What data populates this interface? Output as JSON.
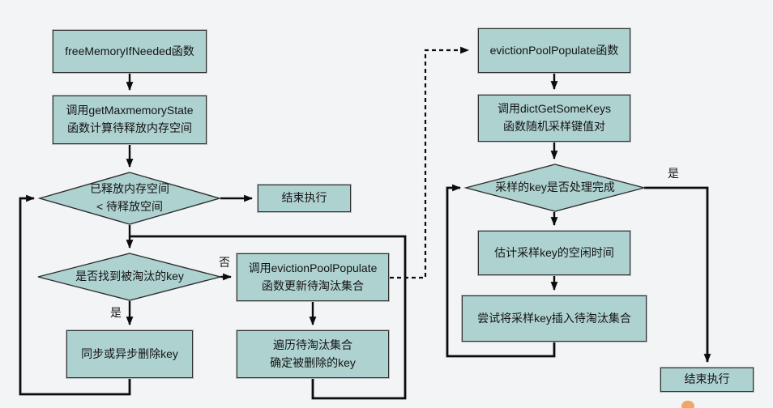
{
  "diagram_type": "flowchart",
  "colors": {
    "background": "#f3f4f6",
    "node_fill": "#aed2d0",
    "node_border": "#2f2f2f",
    "connector": "#0c0c0c",
    "watermark_fragment": "#eda766"
  },
  "nodes": {
    "free_memory": {
      "type": "process",
      "label": "freeMemoryIfNeeded函数"
    },
    "get_maxmemory_state": {
      "type": "process",
      "label": "调用getMaxmemoryState\n函数计算待释放内存空间"
    },
    "released_check": {
      "type": "decision",
      "label": "已释放内存空间\n< 待释放空间"
    },
    "end_left": {
      "type": "process",
      "label": "结束执行"
    },
    "found_key_check": {
      "type": "decision",
      "label": "是否找到被淘汰的key"
    },
    "call_eviction_pool_populate": {
      "type": "process",
      "label": "调用evictionPoolPopulate\n函数更新待淘汰集合"
    },
    "traverse_pool": {
      "type": "process",
      "label": "遍历待淘汰集合\n确定被删除的key"
    },
    "sync_async_delete": {
      "type": "process",
      "label": "同步或异步删除key"
    },
    "eviction_pool_populate": {
      "type": "process",
      "label": "evictionPoolPopulate函数"
    },
    "dict_get_some_keys": {
      "type": "process",
      "label": "调用dictGetSomeKeys\n函数随机采样键值对"
    },
    "sampled_check": {
      "type": "decision",
      "label": "采样的key是否处理完成"
    },
    "estimate_idle": {
      "type": "process",
      "label": "估计采样key的空闲时间"
    },
    "try_insert": {
      "type": "process",
      "label": "尝试将采样key插入待淘汰集合"
    },
    "end_right": {
      "type": "process",
      "label": "结束执行"
    }
  },
  "edge_labels": {
    "found_no": "否",
    "found_yes": "是",
    "sampled_yes": "是"
  }
}
